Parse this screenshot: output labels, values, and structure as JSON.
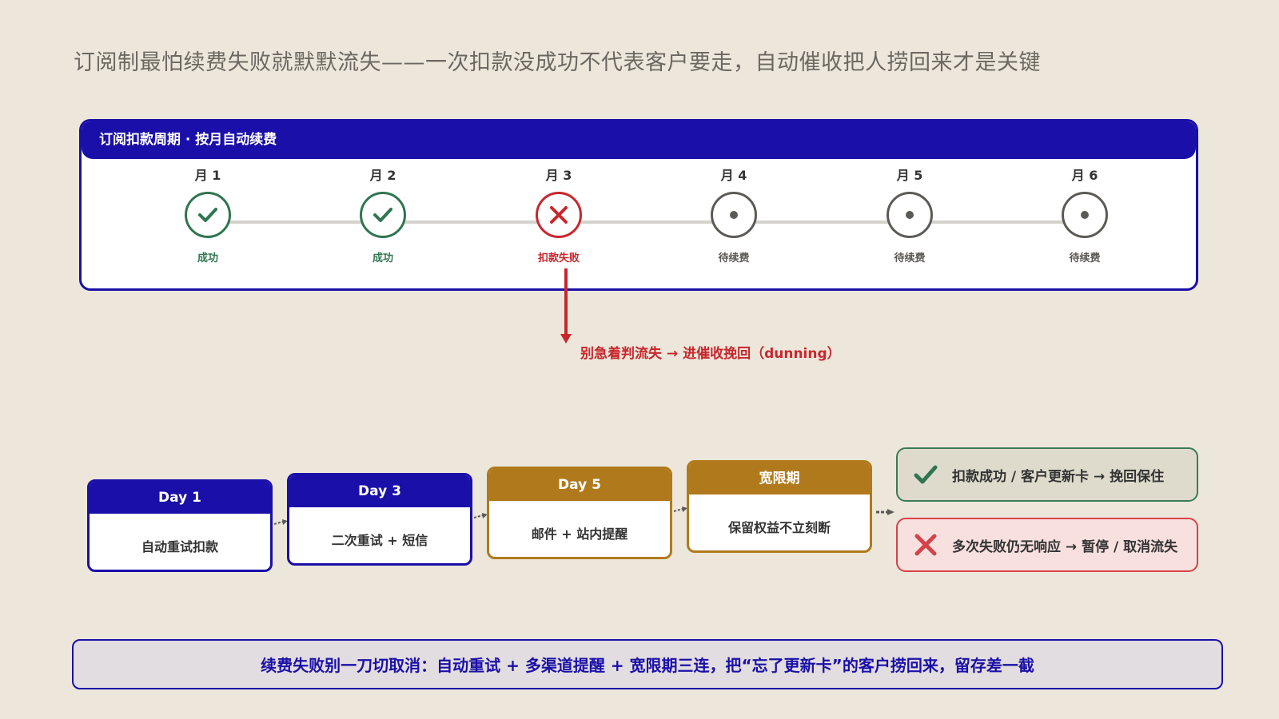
{
  "title": "订阅制最怕续费失败就默默流失——一次扣款没成功不代表客户要走，自动催收把人捞回来才是关键",
  "cycle": {
    "header": "订阅扣款周期 · 按月自动续费",
    "months": [
      {
        "label": "月 1",
        "status": "成功",
        "state": "success"
      },
      {
        "label": "月 2",
        "status": "成功",
        "state": "success"
      },
      {
        "label": "月 3",
        "status": "扣款失败",
        "state": "failed"
      },
      {
        "label": "月 4",
        "status": "待续费",
        "state": "pending"
      },
      {
        "label": "月 5",
        "status": "待续费",
        "state": "pending"
      },
      {
        "label": "月 6",
        "status": "待续费",
        "state": "pending"
      }
    ]
  },
  "note": "别急着判流失 → 进催收挽回（dunning）",
  "steps": [
    {
      "title": "Day 1",
      "body": "自动重试扣款",
      "style": "blue"
    },
    {
      "title": "Day 3",
      "body": "二次重试 + 短信",
      "style": "blue"
    },
    {
      "title": "Day 5",
      "body": "邮件 + 站内提醒",
      "style": "gold"
    },
    {
      "title": "宽限期",
      "body": "保留权益不立刻断",
      "style": "gold"
    }
  ],
  "outcomes": {
    "success": {
      "text": "扣款成功 / 客户更新卡 → 挽回保住",
      "icon": "check-icon"
    },
    "failure": {
      "text": "多次失败仍无响应 → 暂停 / 取消流失",
      "icon": "cross-icon"
    }
  },
  "banner": "续费失败别一刀切取消：自动重试 + 多渠道提醒 + 宽限期三连，把“忘了更新卡”的客户捞回来，留存差一截",
  "colors": {
    "primary": "#1a0fa8",
    "gold": "#b07a1c",
    "success": "#2f7550",
    "danger": "#c8262d",
    "background": "#ece7da"
  }
}
